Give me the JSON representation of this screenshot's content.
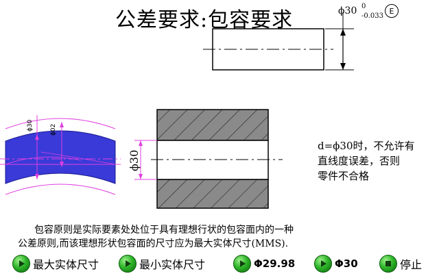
{
  "title": "公差要求:包容要求",
  "tolerance": {
    "nominal": "ϕ30",
    "upper": "0",
    "lower": "-0.033",
    "symbol": "E"
  },
  "figure": {
    "phi30_small": "ϕ30",
    "phi02": "ϕ02",
    "phi30_hole": "ϕ30"
  },
  "note": {
    "line1": "d=ϕ30时，不允许有",
    "line2": "直线度误差，否则",
    "line3": "零件不合格"
  },
  "principle": {
    "line1": "包容原则是实际要素处处位于具有理想行状的包容面内的一种",
    "line2": "公差原则,而该理想形状包容面的尺寸应为最大实体尺寸(MMS)."
  },
  "buttons": {
    "max_size": "最大实体尺寸",
    "min_size": "最小实体尺寸",
    "size_2998": "Φ29.98",
    "size_30": "Φ30",
    "stop": "停止"
  },
  "colors": {
    "curved_part": "#3a3ad8",
    "dimension_lines": "#e040e0",
    "hatch_fill": "#8a8a8a",
    "button_green": "#2fb52a"
  },
  "icons": {
    "play": "play-icon",
    "stop": "stop-icon"
  }
}
